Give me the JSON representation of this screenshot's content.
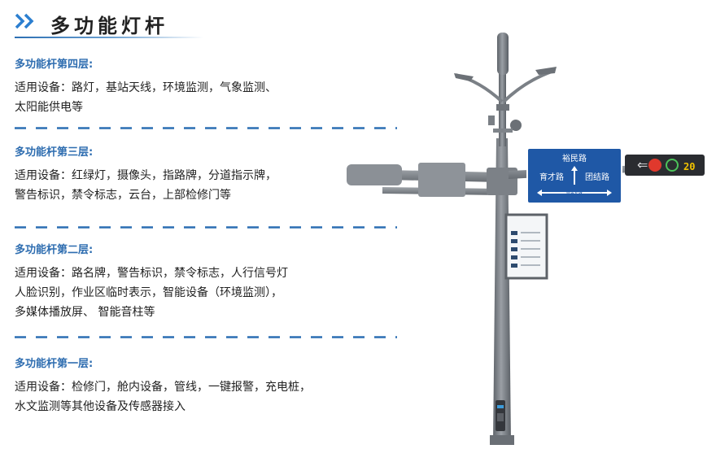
{
  "header": {
    "title": "多功能灯杆"
  },
  "sections": [
    {
      "title": "多功能杆第四层:",
      "lines": [
        "适用设备：路灯，基站天线，环境监测，气象监测、",
        "太阳能供电等"
      ]
    },
    {
      "title": "多功能杆第三层:",
      "lines": [
        "适用设备：红绿灯，摄像头，指路牌，分道指示牌，",
        "警告标识，禁令标志，云台，上部检修门等"
      ]
    },
    {
      "title": "多功能杆第二层:",
      "lines": [
        "适用设备：路名牌，警告标识，禁令标志，人行信号灯",
        "人脸识别，作业区临时表示，智能设备（环境监测），",
        "多媒体播放屏、 智能音柱等"
      ]
    },
    {
      "title": "多功能杆第一层:",
      "lines": [
        "适用设备：检修门，舱内设备，管线，一键报警，充电桩，",
        "水文监测等其他设备及传感器接入"
      ]
    }
  ],
  "sign": {
    "top": "裕民路",
    "left": "育才路",
    "right": "团结路",
    "bottom": "宁夏东路"
  },
  "signal": {
    "countdown": "20"
  },
  "colors": {
    "accent": "#2e6db0",
    "pole": "#7d8288",
    "sign": "#1f58a6",
    "divider": "#2c6fb3"
  }
}
